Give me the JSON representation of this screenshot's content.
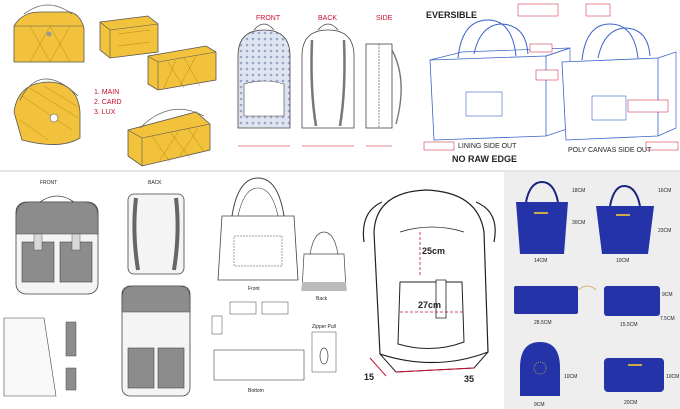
{
  "panel_yellow": {
    "legend": [
      "1. MAIN",
      "2. CARD",
      "3. LUX"
    ]
  },
  "panel_backpack_views": {
    "front": "FRONT",
    "back": "BACK",
    "side": "SIDE"
  },
  "panel_reversible": {
    "title": "EVERSIBLE",
    "lining_label": "LINING SIDE OUT",
    "poly_label": "POLY CANVAS SIDE OUT",
    "no_raw_edge": "NO RAW EDGE"
  },
  "panel_grey_backpack": {
    "front": "FRONT",
    "back": "BACK"
  },
  "panel_tote": {
    "front": "Front",
    "back": "Back",
    "bottom": "Bottom",
    "zipper_pull": "Zipper Pull"
  },
  "panel_backpack_sketch": {
    "dim_height": "25cm",
    "dim_width": "27cm",
    "dim_depth": "35",
    "dim_side": "15"
  },
  "panel_blue_bags": {
    "dims": {
      "bag1_h": "18CM",
      "bag1_w": "30CM",
      "bag1_d": "14CM",
      "bag2_h": "16CM",
      "bag2_w": "23CM",
      "bag2_d": "10CM",
      "clutch_w": "28.5CM",
      "pouch_h": "9CM",
      "pouch_w": "15.5CM",
      "pouch_d": "7.5CM",
      "coin_h": "10CM",
      "coin_w": "9CM",
      "wallet_h": "10CM",
      "wallet_w": "20CM"
    }
  },
  "colors": {
    "yellow": "#f2c23c",
    "blue": "#2433a8",
    "red": "#c8102e",
    "green": "#2e8b2e",
    "grey": "#8c8c8c"
  }
}
